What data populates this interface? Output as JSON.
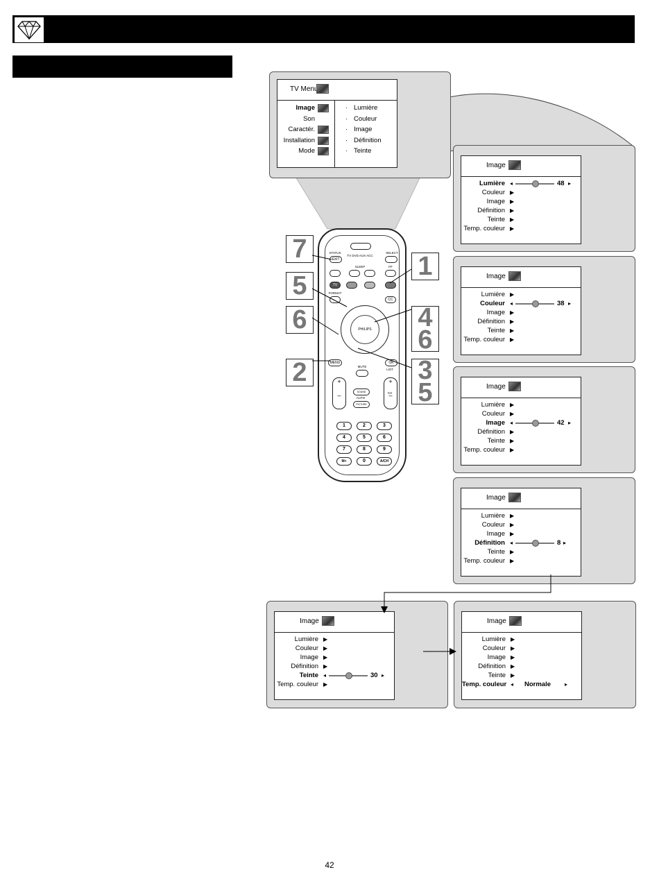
{
  "page": {
    "number": "42"
  },
  "tv_menu": {
    "title": "TV Menu",
    "left_items": [
      "Image",
      "Son",
      "Caractér.",
      "Installation",
      "Mode"
    ],
    "right_items": [
      "Lumière",
      "Couleur",
      "Image",
      "Définition",
      "Teinte"
    ]
  },
  "remote": {
    "brand": "PHILIPS",
    "buttons": {
      "status_label": "STATUS",
      "exit": "EXIT",
      "select_label": "SELECT",
      "sources": "TV  DVD  AUX  ACC",
      "sleep_label": "SLEEP",
      "ff_label": "FF",
      "tv": "TV",
      "format_label": "FORMAT",
      "cc": "CC",
      "menu": "MENU",
      "ok": "OK",
      "mute_label": "MUTE",
      "list_label": "LIST",
      "ch_label": "CH",
      "sound_label": "SOUND",
      "auto_label": "AUTO",
      "picture_label": "PICTURE",
      "a_ch": "A/CH",
      "mplus": "M+"
    },
    "numbers": [
      "1",
      "2",
      "3",
      "4",
      "5",
      "6",
      "7",
      "8",
      "9",
      "0"
    ]
  },
  "steps": {
    "s1": "1",
    "s2": "2",
    "s3": "3",
    "s4": "4",
    "s5a": "5",
    "s5b": "5",
    "s6a": "6",
    "s6b": "6",
    "s7": "7"
  },
  "screens": [
    {
      "title": "Image",
      "items": [
        "Lumière",
        "Couleur",
        "Image",
        "Définition",
        "Teinte",
        "Temp. couleur"
      ],
      "active": 0,
      "value": "48",
      "level": 0.5
    },
    {
      "title": "Image",
      "items": [
        "Lumière",
        "Couleur",
        "Image",
        "Définition",
        "Teinte",
        "Temp. couleur"
      ],
      "active": 1,
      "value": "38",
      "level": 0.5
    },
    {
      "title": "Image",
      "items": [
        "Lumière",
        "Couleur",
        "Image",
        "Définition",
        "Teinte",
        "Temp. couleur"
      ],
      "active": 2,
      "value": "42",
      "level": 0.5
    },
    {
      "title": "Image",
      "items": [
        "Lumière",
        "Couleur",
        "Image",
        "Définition",
        "Teinte",
        "Temp. couleur"
      ],
      "active": 3,
      "value": "8",
      "level": 0.5
    },
    {
      "title": "Image",
      "items": [
        "Lumière",
        "Couleur",
        "Image",
        "Définition",
        "Teinte",
        "Temp. couleur"
      ],
      "active": 4,
      "value": "30",
      "level": 0.5
    },
    {
      "title": "Image",
      "items": [
        "Lumière",
        "Couleur",
        "Image",
        "Définition",
        "Teinte",
        "Temp. couleur"
      ],
      "active": 5,
      "value": "Normale"
    }
  ]
}
